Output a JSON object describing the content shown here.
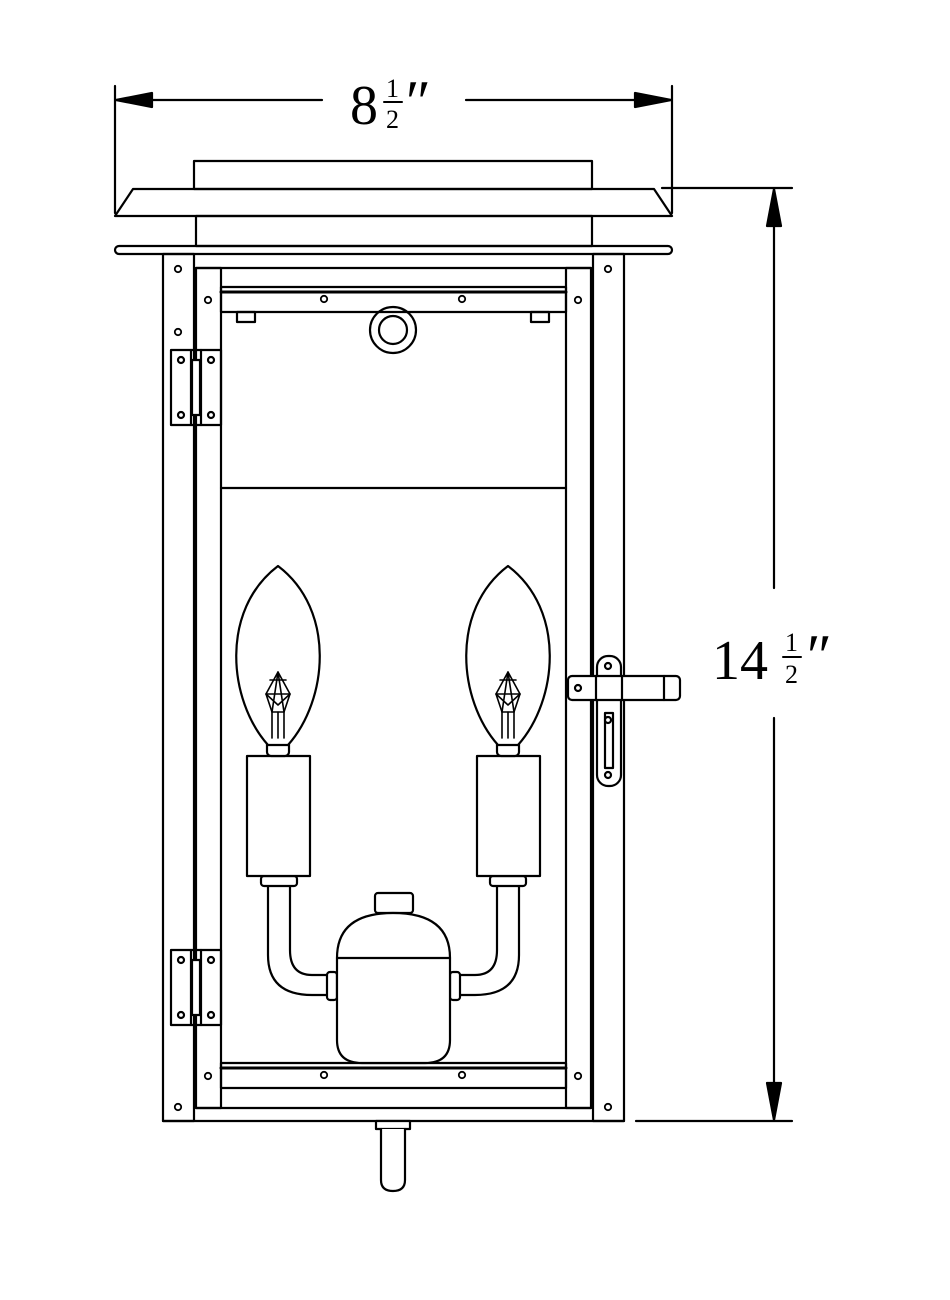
{
  "drawing": {
    "subject": "two-light wall lantern, front elevation",
    "stroke_color": "#000000",
    "background": "#ffffff"
  },
  "dimensions": {
    "width": {
      "whole": "8",
      "numerator": "1",
      "denominator": "2",
      "unit_mark": "″"
    },
    "height": {
      "whole": "14",
      "numerator": "1",
      "denominator": "2",
      "unit_mark": "″"
    }
  }
}
